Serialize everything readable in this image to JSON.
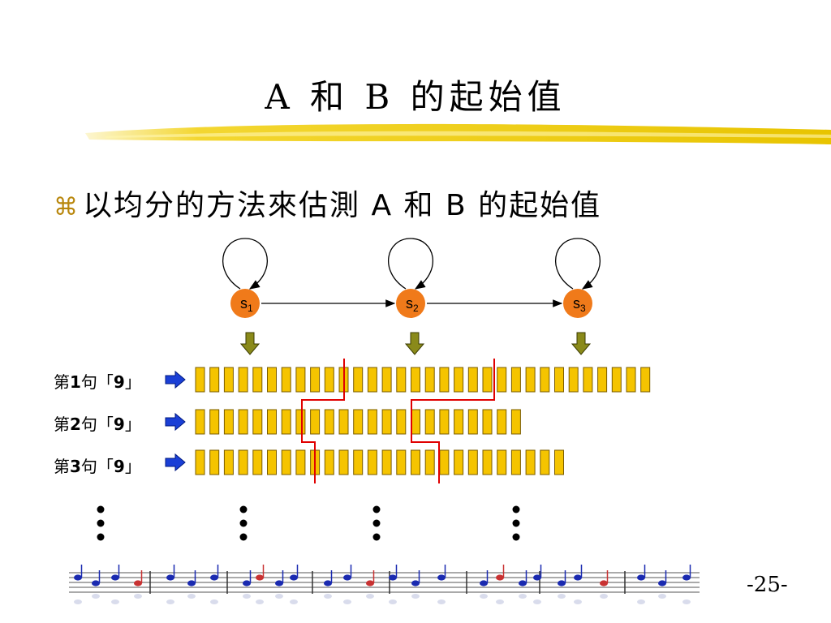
{
  "slide": {
    "title": "A 和 B 的起始值",
    "bullet_text": "以均分的方法來估測 A 和 B 的起始值",
    "bullet_icon": "command-key-icon",
    "page_number": "-25-"
  },
  "states": [
    "s1",
    "s2",
    "s3"
  ],
  "rows": [
    {
      "prefix": "第",
      "num": "1",
      "mid": "句「",
      "digit": "9",
      "suffix": "」",
      "frames": 32
    },
    {
      "prefix": "第",
      "num": "2",
      "mid": "句「",
      "digit": "9",
      "suffix": "」",
      "frames": 23
    },
    {
      "prefix": "第",
      "num": "3",
      "mid": "句「",
      "digit": "9",
      "suffix": "」",
      "frames": 26
    }
  ],
  "colors": {
    "state_fill": "#f07a1a",
    "frame_fill": "#f5c400",
    "frame_stroke": "#7a5c00",
    "boundary": "#e00000",
    "arrow_down": "#8a8a1a",
    "arrow_right": "#1a3fd6",
    "highlight": "#f2d21a"
  }
}
